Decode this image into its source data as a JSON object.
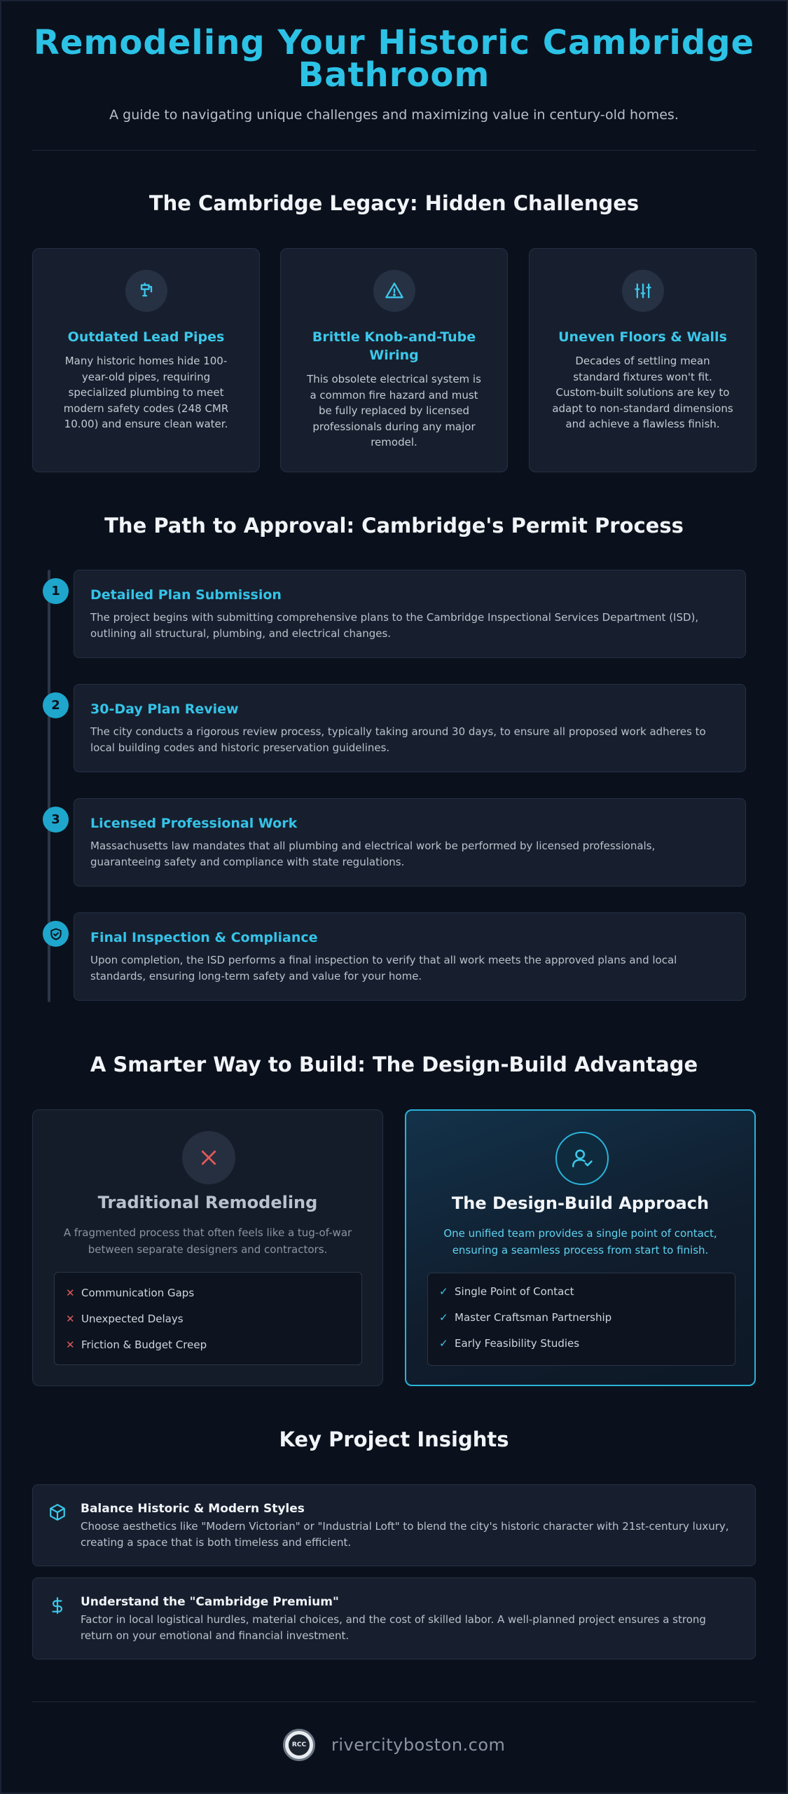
{
  "header": {
    "title": "Remodeling Your Historic Cambridge Bathroom",
    "subtitle": "A guide to navigating unique challenges and maximizing value in century-old homes."
  },
  "challenges": {
    "title": "The Cambridge Legacy: Hidden Challenges",
    "cards": [
      {
        "icon": "pipe-icon",
        "title": "Outdated Lead Pipes",
        "text": "Many historic homes hide 100-year-old pipes, requiring specialized plumbing to meet modern safety codes (248 CMR 10.00) and ensure clean water."
      },
      {
        "icon": "warning-icon",
        "title": "Brittle Knob-and-Tube Wiring",
        "text": "This obsolete electrical system is a common fire hazard and must be fully replaced by licensed professionals during any major remodel."
      },
      {
        "icon": "sliders-icon",
        "title": "Uneven Floors & Walls",
        "text": "Decades of settling mean standard fixtures won't fit. Custom-built solutions are key to adapt to non-standard dimensions and achieve a flawless finish."
      }
    ]
  },
  "permit": {
    "title": "The Path to Approval: Cambridge's Permit Process",
    "steps": [
      {
        "marker": "1",
        "title": "Detailed Plan Submission",
        "text": "The project begins with submitting comprehensive plans to the Cambridge Inspectional Services Department (ISD), outlining all structural, plumbing, and electrical changes."
      },
      {
        "marker": "2",
        "title": "30-Day Plan Review",
        "text": "The city conducts a rigorous review process, typically taking around 30 days, to ensure all proposed work adheres to local building codes and historic preservation guidelines."
      },
      {
        "marker": "3",
        "title": "Licensed Professional Work",
        "text": "Massachusetts law mandates that all plumbing and electrical work be performed by licensed professionals, guaranteeing safety and compliance with state regulations."
      },
      {
        "marker": "shield-check-icon",
        "title": "Final Inspection & Compliance",
        "text": "Upon completion, the ISD performs a final inspection to verify that all work meets the approved plans and local standards, ensuring long-term safety and value for your home."
      }
    ]
  },
  "design_build": {
    "title": "A Smarter Way to Build: The Design-Build Advantage",
    "traditional": {
      "icon": "x-icon",
      "title": "Traditional Remodeling",
      "text": "A fragmented process that often feels like a tug-of-war between separate designers and contractors.",
      "items": [
        "Communication Gaps",
        "Unexpected Delays",
        "Friction & Budget Creep"
      ]
    },
    "design_build": {
      "icon": "user-check-icon",
      "title": "The Design-Build Approach",
      "text": "One unified team provides a single point of contact, ensuring a seamless process from start to finish.",
      "items": [
        "Single Point of Contact",
        "Master Craftsman Partnership",
        "Early Feasibility Studies"
      ]
    }
  },
  "insights": {
    "title": "Key Project Insights",
    "items": [
      {
        "icon": "cube-icon",
        "title": "Balance Historic & Modern Styles",
        "text": "Choose aesthetics like \"Modern Victorian\" or \"Industrial Loft\" to blend the city's historic character with 21st-century luxury, creating a space that is both timeless and efficient."
      },
      {
        "icon": "dollar-icon",
        "title": "Understand the \"Cambridge Premium\"",
        "text": "Factor in local logistical hurdles, material choices, and the cost of skilled labor. A well-planned project ensures a strong return on your emotional and financial investment."
      }
    ]
  },
  "footer": {
    "logo_text": "RCC",
    "url": "rivercityboston.com"
  },
  "colors": {
    "accent": "#2cc2e6",
    "background": "#0b111c",
    "card": "#171f2e",
    "negative": "#e05a5a"
  }
}
